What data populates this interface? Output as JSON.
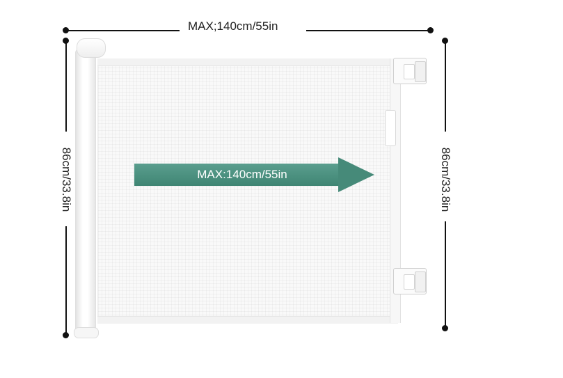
{
  "dimensions": {
    "width_label": "MAX;140cm/55in",
    "height_label_left": "86cm/33.8in",
    "height_label_right": "86cm/33.8in"
  },
  "arrow": {
    "label": "MAX:140cm/55in",
    "color": "#468a79"
  },
  "gate": {
    "mesh_color": "#f9f9f9",
    "frame_color": "#ffffff"
  }
}
